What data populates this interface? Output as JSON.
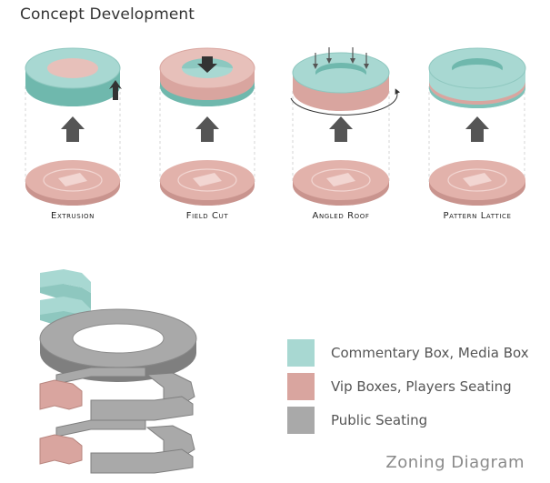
{
  "header": {
    "title": "Concept Development"
  },
  "steps": [
    {
      "label": "Extrusion"
    },
    {
      "label": "Field Cut"
    },
    {
      "label": "Angled Roof"
    },
    {
      "label": "Pattern Lattice"
    }
  ],
  "legend": {
    "items": [
      {
        "label": "Commentary Box, Media Box",
        "color": "#a8d8d2"
      },
      {
        "label": "Vip Boxes, Players Seating",
        "color": "#d9a59f"
      },
      {
        "label": "Public Seating",
        "color": "#a9a9a9"
      }
    ]
  },
  "footer": {
    "title": "Zoning Diagram"
  },
  "colors": {
    "teal": "#a8d8d2",
    "teal_dark": "#6fb8ad",
    "pink": "#d9a59f",
    "pink_light": "#e7c0ba",
    "gray": "#a9a9a9",
    "gray_dark": "#7f7f7f",
    "arrow": "#555555"
  }
}
